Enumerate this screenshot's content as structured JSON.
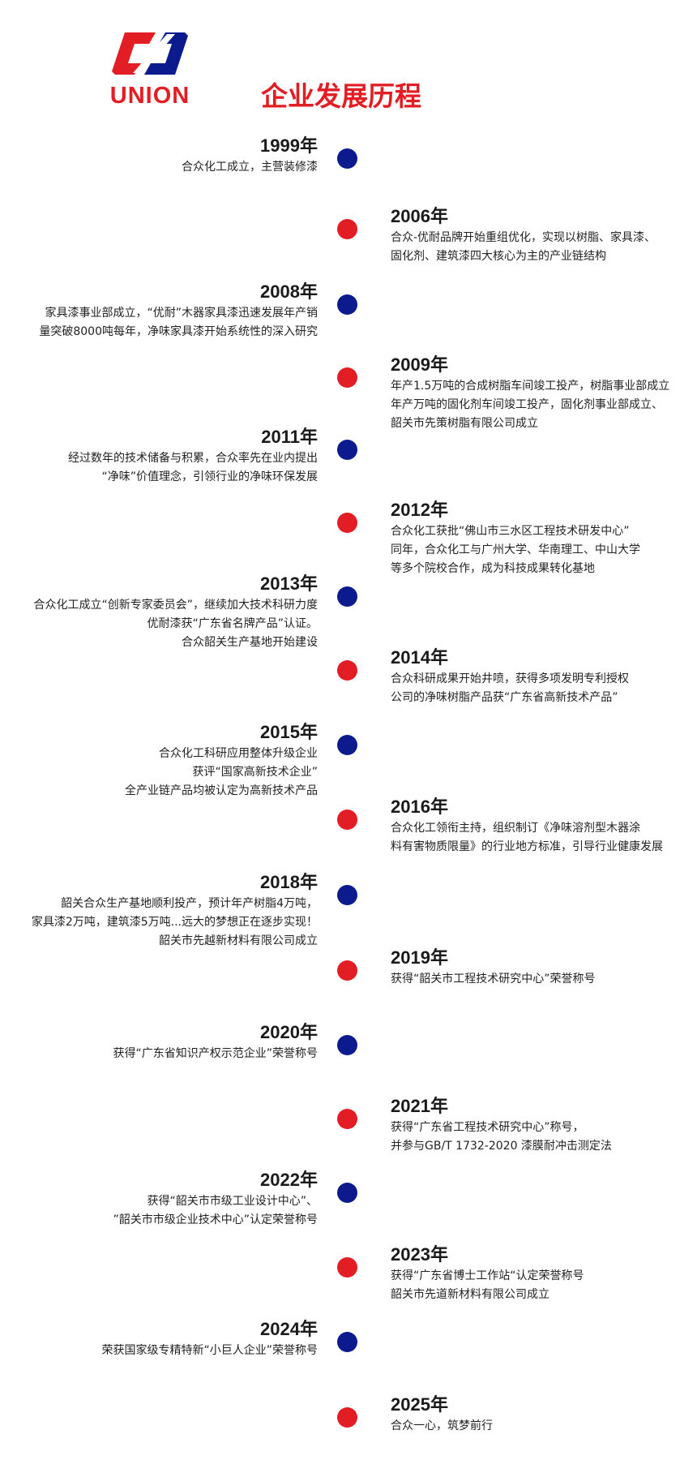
{
  "colors": {
    "red": "#e21d23",
    "blue": "#0b1a8c"
  },
  "brand": {
    "name": "UNION"
  },
  "title": "企业发展历程",
  "timeline": [
    {
      "year": "1999年",
      "lines": [
        "合众化工成立，主营装修漆"
      ]
    },
    {
      "year": "2006年",
      "lines": [
        "合众-优耐品牌开始重组优化，实现以树脂、家具漆、",
        "固化剂、建筑漆四大核心为主的产业链结构"
      ]
    },
    {
      "year": "2008年",
      "lines": [
        "家具漆事业部成立，“优耐”木器家具漆迅速发展年产销",
        "量突破8000吨每年，净味家具漆开始系统性的深入研究"
      ]
    },
    {
      "year": "2009年",
      "lines": [
        "年产1.5万吨的合成树脂车间竣工投产，树脂事业部成立",
        "年产万吨的固化剂车间竣工投产，固化剂事业部成立、",
        "韶关市先策树脂有限公司成立"
      ]
    },
    {
      "year": "2011年",
      "lines": [
        "经过数年的技术储备与积累，合众率先在业内提出",
        "“净味”价值理念，引领行业的净味环保发展"
      ]
    },
    {
      "year": "2012年",
      "lines": [
        "合众化工获批“佛山市三水区工程技术研发中心”",
        "同年，合众化工与广州大学、华南理工、中山大学",
        "等多个院校合作，成为科技成果转化基地"
      ]
    },
    {
      "year": "2013年",
      "lines": [
        "合众化工成立“创新专家委员会”，继续加大技术科研力度",
        "优耐漆获“广东省名牌产品”认证。",
        "合众韶关生产基地开始建设"
      ]
    },
    {
      "year": "2014年",
      "lines": [
        "合众科研成果开始井喷，获得多项发明专利授权",
        "公司的净味树脂产品获“广东省高新技术产品”"
      ]
    },
    {
      "year": "2015年",
      "lines": [
        "合众化工科研应用整体升级企业",
        "获评“国家高新技术企业”",
        "全产业链产品均被认定为高新技术产品"
      ]
    },
    {
      "year": "2016年",
      "lines": [
        "合众化工领衔主持，组织制订《净味溶剂型木器涂",
        "料有害物质限量》的行业地方标准，引导行业健康发展"
      ]
    },
    {
      "year": "2018年",
      "lines": [
        "韶关合众生产基地顺利投产，预计年产树脂4万吨，",
        "家具漆2万吨，建筑漆5万吨...远大的梦想正在逐步实现！",
        "韶关市先越新材料有限公司成立"
      ]
    },
    {
      "year": "2019年",
      "lines": [
        "获得“韶关市工程技术研究中心”荣誉称号"
      ]
    },
    {
      "year": "2020年",
      "lines": [
        "获得“广东省知识产权示范企业”荣誉称号"
      ]
    },
    {
      "year": "2021年",
      "lines": [
        "获得“广东省工程技术研究中心”称号，",
        "并参与GB/T 1732-2020 漆膜耐冲击测定法"
      ]
    },
    {
      "year": "2022年",
      "lines": [
        "获得“韶关市市级工业设计中心”、",
        "”韶关市市级企业技术中心”认定荣誉称号"
      ]
    },
    {
      "year": "2023年",
      "lines": [
        "获得“广东省博士工作站“认定荣誉称号",
        "韶关市先道新材料有限公司成立"
      ]
    },
    {
      "year": "2024年",
      "lines": [
        "荣获国家级专精特新“小巨人企业”荣誉称号"
      ]
    },
    {
      "year": "2025年",
      "lines": [
        "合众一心，筑梦前行"
      ]
    }
  ]
}
